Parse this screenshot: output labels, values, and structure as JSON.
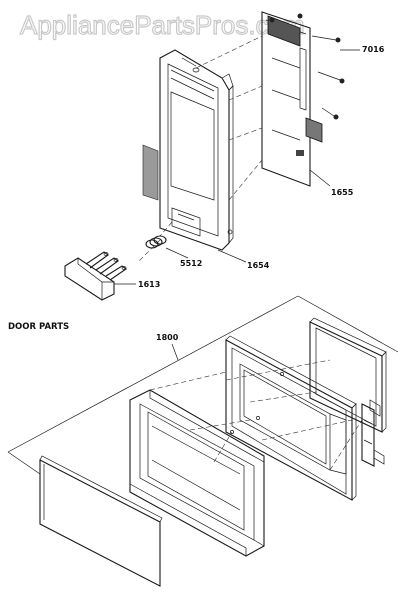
{
  "watermark": "AppliancePartsPros.com",
  "section_title": "DOOR PARTS",
  "part_labels": {
    "p7016": "7016",
    "p1655": "1655",
    "p5512": "5512",
    "p1654": "1654",
    "p1613": "1613",
    "p1800": "1800"
  }
}
